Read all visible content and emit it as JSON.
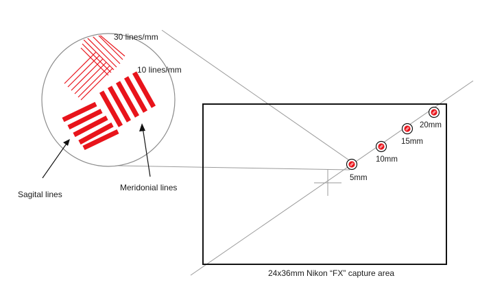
{
  "labels": {
    "lines_30": "30 lines/mm",
    "lines_10": "10 lines/mm",
    "sagital": "Sagital lines",
    "meridional": "Meridonial lines",
    "capture_area": "24x36mm Nikon “FX” capture area"
  },
  "markers": [
    {
      "label": "5mm"
    },
    {
      "label": "10mm"
    },
    {
      "label": "15mm"
    },
    {
      "label": "20mm"
    }
  ],
  "colors": {
    "line_pair_red": "#e8141b",
    "outline": "#111111",
    "guide_gray": "#9a9a9a",
    "circle_gray": "#8a8a8a"
  }
}
